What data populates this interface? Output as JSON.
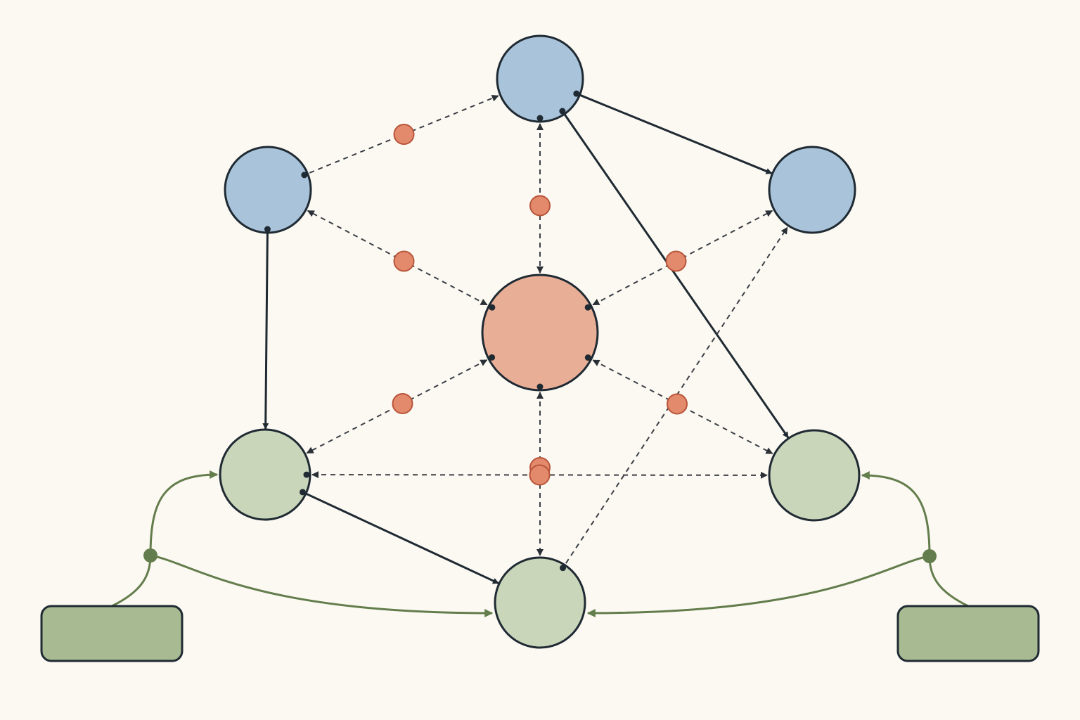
{
  "colors": {
    "background": "#fcf9f2",
    "blue_fill": "#a9c4da",
    "coral_fill": "#e9ae96",
    "green_fill": "#c9d6b9",
    "box_fill": "#a7ba91",
    "outline": "#1f2a33",
    "dashed_edge": "#3a3f45",
    "mid_dot": "#e48a6c",
    "mid_dot_stroke": "#b8553a",
    "green_link": "#637d4c"
  },
  "nodes": [
    {
      "id": "top",
      "kind": "blue"
    },
    {
      "id": "left-upper",
      "kind": "blue"
    },
    {
      "id": "right-upper",
      "kind": "blue"
    },
    {
      "id": "center",
      "kind": "coral"
    },
    {
      "id": "left-lower",
      "kind": "green"
    },
    {
      "id": "right-lower",
      "kind": "green"
    },
    {
      "id": "bottom",
      "kind": "green"
    }
  ],
  "boxes": [
    {
      "id": "left-box"
    },
    {
      "id": "right-box"
    }
  ],
  "edges": [
    {
      "from": "top",
      "to": "right-upper",
      "style": "solid"
    },
    {
      "from": "top",
      "to": "right-lower",
      "style": "solid"
    },
    {
      "from": "left-upper",
      "to": "left-lower",
      "style": "solid"
    },
    {
      "from": "left-lower",
      "to": "bottom",
      "style": "solid"
    },
    {
      "from": "left-upper",
      "to": "top",
      "style": "dashed",
      "midpoint": true
    },
    {
      "from": "top",
      "to": "center",
      "style": "dashed",
      "bidirectional": true,
      "midpoint": true
    },
    {
      "from": "center",
      "to": "left-upper",
      "style": "dashed",
      "bidirectional": true,
      "midpoint": true
    },
    {
      "from": "center",
      "to": "right-upper",
      "style": "dashed",
      "bidirectional": true,
      "midpoint": true
    },
    {
      "from": "center",
      "to": "left-lower",
      "style": "dashed",
      "bidirectional": true,
      "midpoint": true
    },
    {
      "from": "center",
      "to": "right-lower",
      "style": "dashed",
      "bidirectional": true,
      "midpoint": true
    },
    {
      "from": "center",
      "to": "bottom",
      "style": "dashed",
      "bidirectional": true,
      "midpoint": true
    },
    {
      "from": "left-lower",
      "to": "right-lower",
      "style": "dashed",
      "bidirectional": true,
      "midpoint": true
    },
    {
      "from": "bottom",
      "to": "right-upper",
      "style": "dashed"
    }
  ],
  "green_links": [
    {
      "from": "left-box",
      "to": [
        "left-lower",
        "bottom"
      ]
    },
    {
      "from": "right-box",
      "to": [
        "right-lower",
        "bottom"
      ]
    }
  ]
}
